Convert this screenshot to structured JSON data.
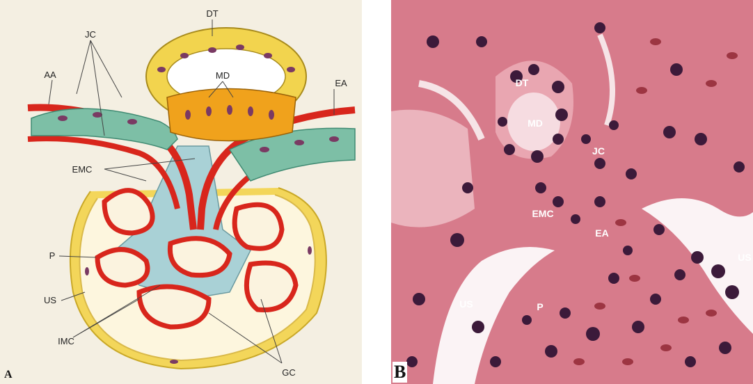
{
  "panel_a": {
    "letter": "A",
    "labels": {
      "dt": "DT",
      "jc": "JC",
      "aa": "AA",
      "md": "MD",
      "ea": "EA",
      "emc": "EMC",
      "p": "P",
      "us": "US",
      "imc": "IMC",
      "gc": "GC"
    }
  },
  "panel_b": {
    "letter": "B",
    "labels": {
      "dt": "DT",
      "md": "MD",
      "jc": "JC",
      "emc": "EMC",
      "ea": "EA",
      "us_left": "US",
      "us_right": "US",
      "p": "P"
    }
  },
  "colors": {
    "tubule_yellow": "#f2d44e",
    "macula_orange": "#f0a21c",
    "jg_teal": "#7dbfa6",
    "vessel_red": "#d8261c",
    "mesangium_blue": "#a9d1d6",
    "nucleus_purple": "#7a3a63",
    "tissue_pink": "#d77b8b"
  }
}
